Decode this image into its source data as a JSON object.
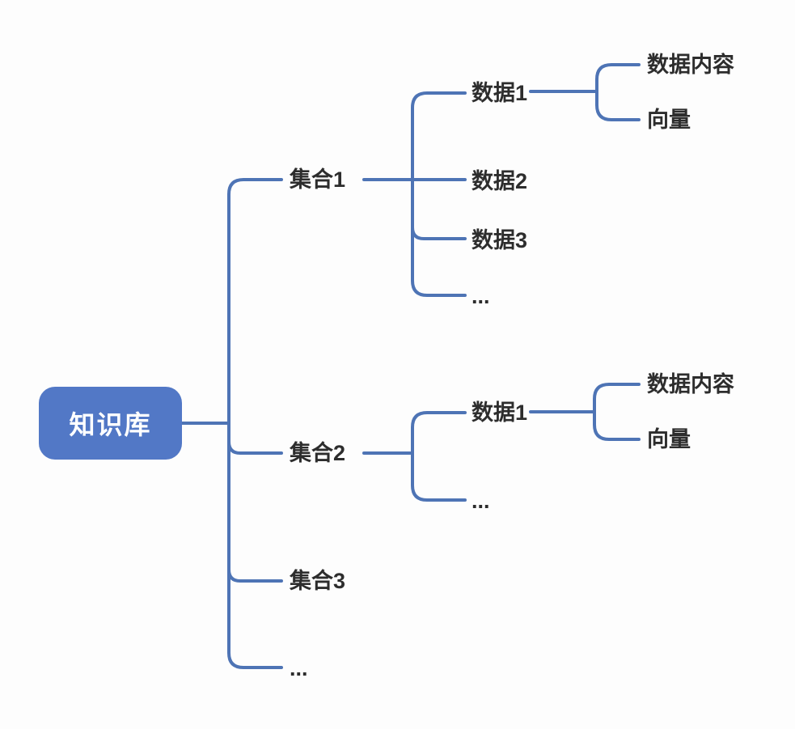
{
  "colors": {
    "background": "#fdfdfd",
    "line": "#4e74b5",
    "root_fill": "#5278c6",
    "root_text": "#ffffff",
    "label_text": "#2d2d2d"
  },
  "tree": {
    "root": {
      "label": "知识库"
    },
    "collections": [
      {
        "label": "集合1",
        "items": [
          {
            "label": "数据1",
            "children": [
              {
                "label": "数据内容"
              },
              {
                "label": "向量"
              }
            ]
          },
          {
            "label": "数据2"
          },
          {
            "label": "数据3"
          },
          {
            "label": "..."
          }
        ]
      },
      {
        "label": "集合2",
        "items": [
          {
            "label": "数据1",
            "children": [
              {
                "label": "数据内容"
              },
              {
                "label": "向量"
              }
            ]
          },
          {
            "label": "..."
          }
        ]
      },
      {
        "label": "集合3"
      },
      {
        "label": "..."
      }
    ]
  }
}
